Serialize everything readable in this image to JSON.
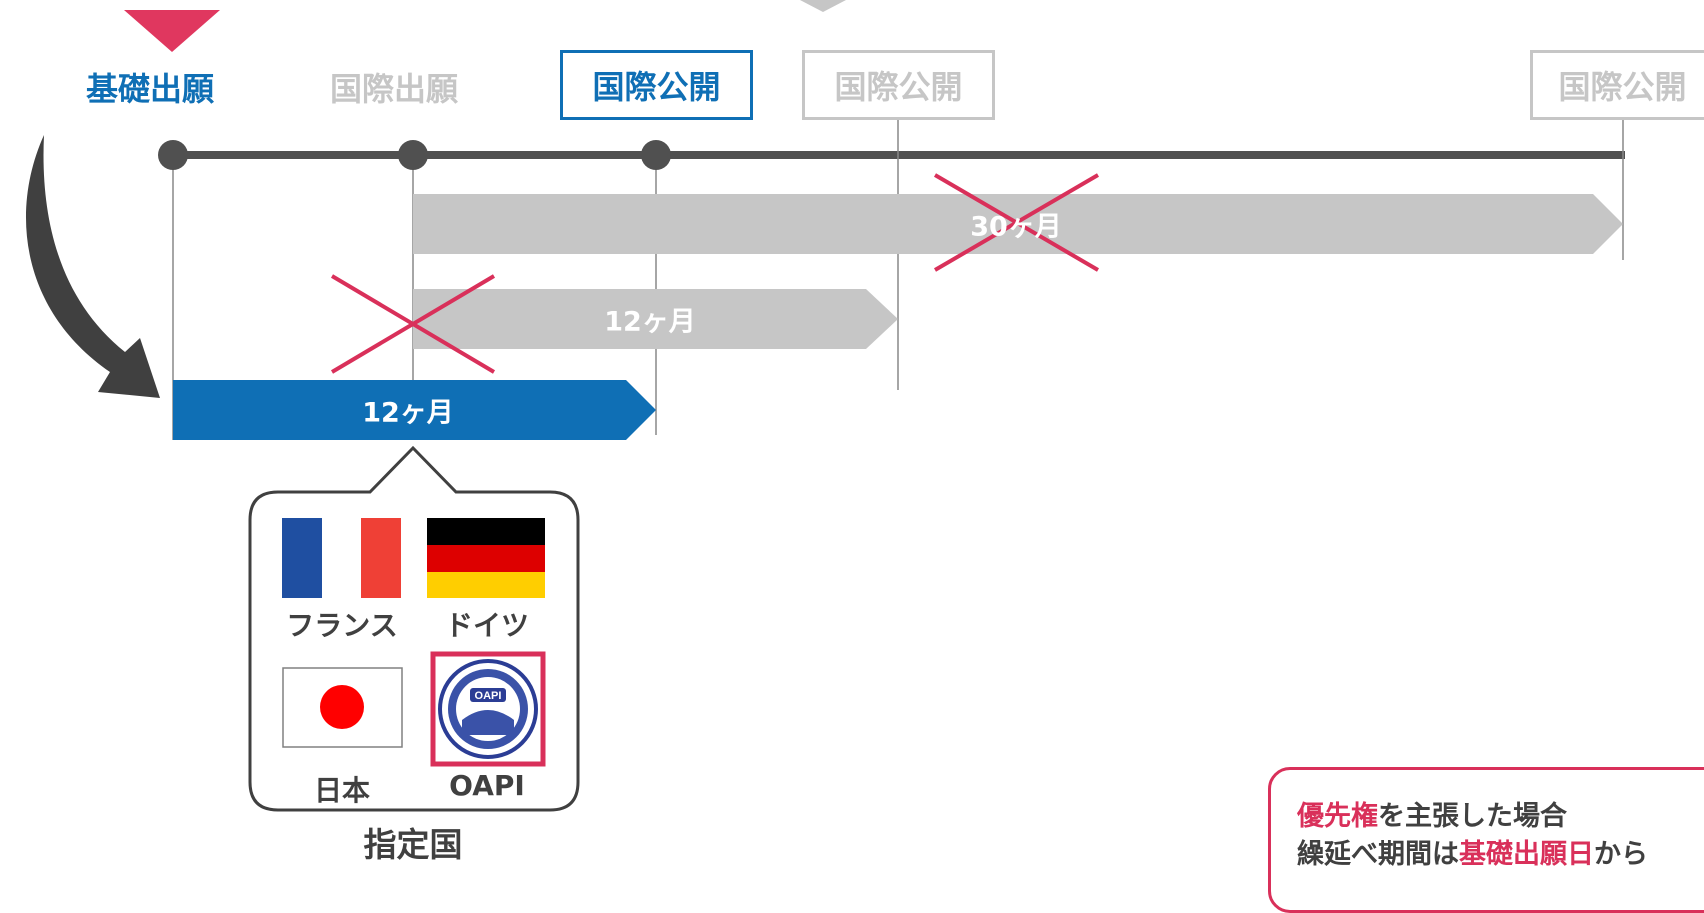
{
  "timeline": {
    "base_filing": "基礎出願",
    "intl_filing": "国際出願",
    "intl_publication_active": "国際公開",
    "intl_publication_gray_1": "国際公開",
    "intl_publication_gray_2": "国際公開"
  },
  "arrows": {
    "thirty_months": "30ヶ月",
    "twelve_months_gray": "12ヶ月",
    "twelve_months_blue": "12ヶ月"
  },
  "designated_countries": {
    "france": "フランス",
    "germany": "ドイツ",
    "japan": "日本",
    "oapi": "OAPI",
    "oapi_logo_text": "OAPI",
    "caption": "指定国"
  },
  "note": {
    "line1_highlight": "優先権",
    "line1_rest": "を主張した場合",
    "line2_start": "繰延べ期間は",
    "line2_highlight": "基礎出願日",
    "line2_end": "から"
  },
  "colors": {
    "blue": "#0f6fb5",
    "gray": "#c6c6c6",
    "dark": "#505050",
    "red": "#d9305a"
  }
}
